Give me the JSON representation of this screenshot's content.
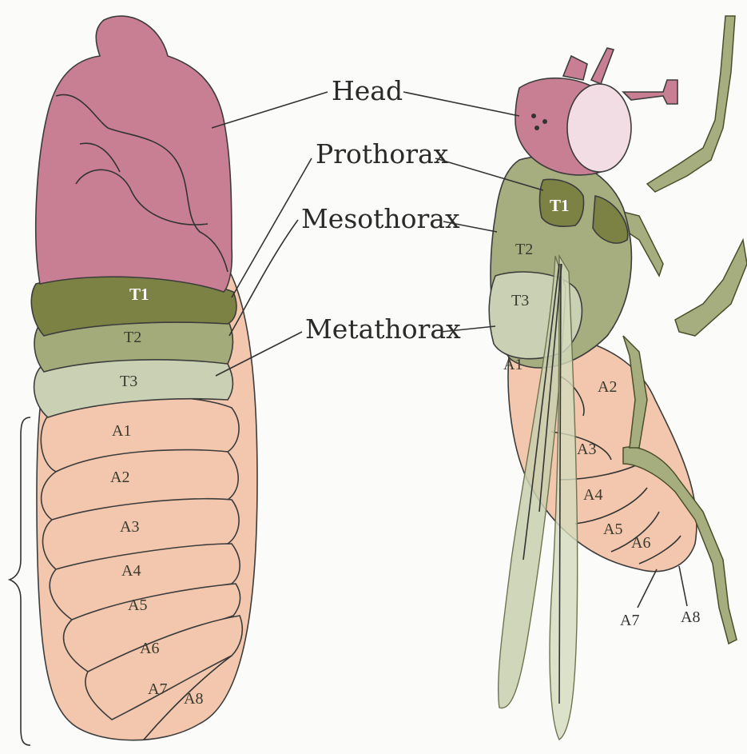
{
  "callouts": {
    "head": "Head",
    "prothorax": "Prothorax",
    "mesothorax": "Mesothorax",
    "metathorax": "Metathorax"
  },
  "larva_segments": {
    "t1": "T1",
    "t2": "T2",
    "t3": "T3",
    "a1": "A1",
    "a2": "A2",
    "a3": "A3",
    "a4": "A4",
    "a5": "A5",
    "a6": "A6",
    "a7": "A7",
    "a8": "A8"
  },
  "fly_segments": {
    "t1": "T1",
    "t2": "T2",
    "t3": "T3",
    "a1": "A1",
    "a2": "A2",
    "a3": "A3",
    "a4": "A4",
    "a5": "A5",
    "a6": "A6",
    "a7": "A7",
    "a8": "A8"
  },
  "colors": {
    "head": "#c97f93",
    "prothorax": "#7b8244",
    "mesothorax": "#a3ab7b",
    "metathorax": "#c9d0b3",
    "abdomen": "#f3c7ad",
    "fly_body": "#a6ad7f",
    "wing": "#c8cfae"
  }
}
